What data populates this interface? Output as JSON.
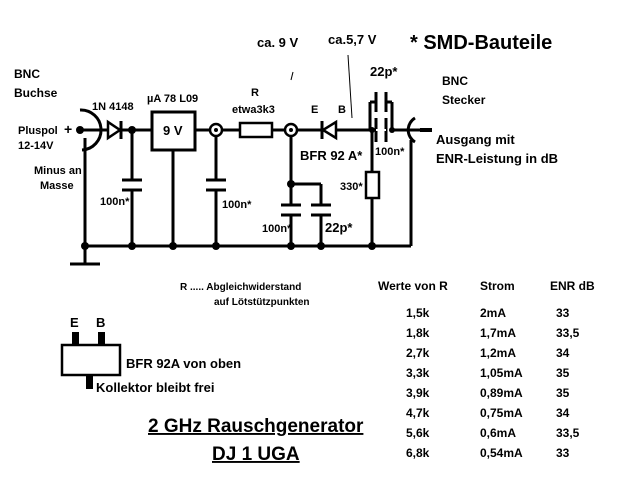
{
  "header": {
    "smd_note": "* SMD-Bauteile",
    "voltage_1": "ca. 9 V",
    "voltage_2": "ca.5,7 V"
  },
  "input": {
    "bnc_line1": "BNC",
    "bnc_line2": "Buchse",
    "plus_line1": "Pluspol",
    "plus_line2": "12-14V",
    "minus_line1": "Minus an",
    "minus_line2": "Masse",
    "plus_sign": "+"
  },
  "output": {
    "bnc_line1": "BNC",
    "bnc_line2": "Stecker",
    "desc_line1": "Ausgang mit",
    "desc_line2": "ENR-Leistung in dB"
  },
  "components": {
    "diode": "1N 4148",
    "regulator_name": "µA 78 L09",
    "regulator_out": "9 V",
    "c1": "100n*",
    "c2": "100n*",
    "r_label": "R",
    "r_value": "etwa3k3",
    "noise_e": "E",
    "noise_b": "B",
    "transistor": "BFR 92 A*",
    "c3": "100n*",
    "c4": "22p*",
    "c5": "22p*",
    "c6": "100n*",
    "r330": "330*"
  },
  "notes": {
    "r_note_line1": "R ..... Abgleichwiderstand",
    "r_note_line2": "auf Lötstützpunkten"
  },
  "package": {
    "pin_e": "E",
    "pin_b": "B",
    "top_view": "BFR 92A von oben",
    "collector": "Kollektor bleibt frei"
  },
  "table": {
    "headers": [
      "Werte von R",
      "Strom",
      "ENR dB"
    ],
    "rows": [
      [
        "1,5k",
        "2mA",
        "33"
      ],
      [
        "1,8k",
        "1,7mA",
        "33,5"
      ],
      [
        "2,7k",
        "1,2mA",
        "34"
      ],
      [
        "3,3k",
        "1,05mA",
        "35"
      ],
      [
        "3,9k",
        "0,89mA",
        "35"
      ],
      [
        "4,7k",
        "0,75mA",
        "34"
      ],
      [
        "5,6k",
        "0,6mA",
        "33,5"
      ],
      [
        "6,8k",
        "0,54mA",
        "33"
      ]
    ]
  },
  "title": {
    "line1": "2 GHz Rauschgenerator",
    "line2": "DJ 1 UGA"
  }
}
